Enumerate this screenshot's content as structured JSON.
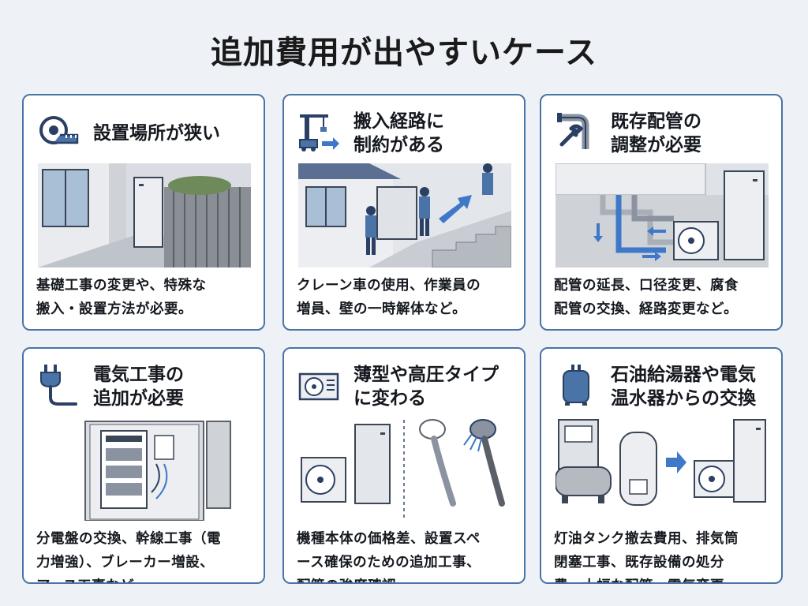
{
  "page": {
    "title": "追加費用が出やすいケース"
  },
  "cards": [
    {
      "title_line1": "設置場所が狭い",
      "title_line2": "",
      "desc_line1": "基礎工事の変更や、特殊な",
      "desc_line2": "搬入・設置方法が必要。",
      "desc_line3": "",
      "icon": "tape-measure-icon"
    },
    {
      "title_line1": "搬入経路に",
      "title_line2": "制約がある",
      "desc_line1": "クレーン車の使用、作業員の",
      "desc_line2": "増員、壁の一時解体など。",
      "desc_line3": "",
      "icon": "crane-icon"
    },
    {
      "title_line1": "既存配管の",
      "title_line2": "調整が必要",
      "desc_line1": "配管の延長、口径変更、腐食",
      "desc_line2": "配管の交換、経路変更など。",
      "desc_line3": "",
      "icon": "pipe-wrench-icon"
    },
    {
      "title_line1": "電気工事の",
      "title_line2": "追加が必要",
      "desc_line1": "分電盤の交換、幹線工事（電",
      "desc_line2": "力増強）、ブレーカー増設、",
      "desc_line3": "アース工事など。",
      "icon": "plug-icon"
    },
    {
      "title_line1": "薄型や高圧タイプ",
      "title_line2": "に変わる",
      "desc_line1": "機種本体の価格差、設置スペ",
      "desc_line2": "ース確保のための追加工事、",
      "desc_line3": "配管の強度確認。",
      "icon": "outdoor-unit-icon"
    },
    {
      "title_line1": "石油給湯器や電気",
      "title_line2": "温水器からの交換",
      "desc_line1": "灯油タンク撤去費用、排気筒",
      "desc_line2": "閉塞工事、既存設備の処分",
      "desc_line3": "費、大幅な配管・電気変更。",
      "icon": "water-heater-icon"
    }
  ],
  "colors": {
    "accent": "#4a73a8",
    "dark_navy": "#2a3f63",
    "arrow_blue": "#3f78c8",
    "background": "#eef2f7"
  }
}
